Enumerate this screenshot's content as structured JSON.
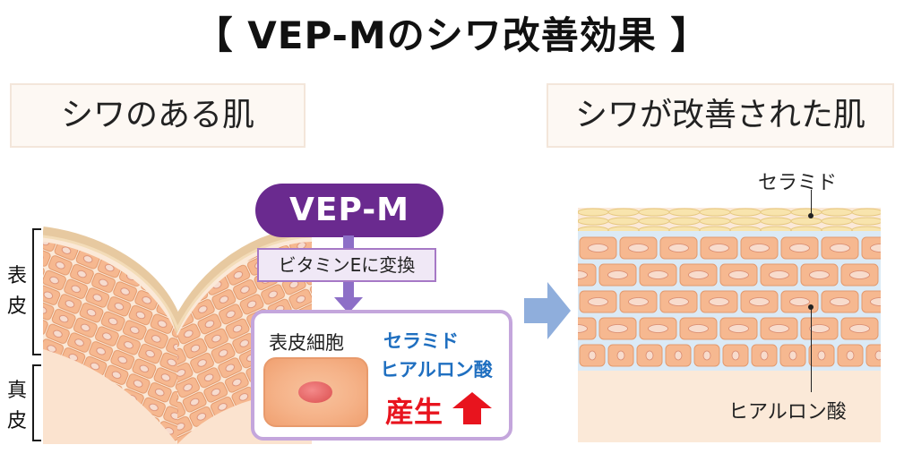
{
  "title": "【 VEP-Mのシワ改善効果 】",
  "sections": {
    "left_heading": "シワのある肌",
    "right_heading": "シワが改善された肌"
  },
  "side_labels": {
    "epidermis": [
      "表",
      "皮"
    ],
    "dermis": [
      "真",
      "皮"
    ]
  },
  "process": {
    "ingredient": "VEP-M",
    "conversion": "ビタミンEに変換",
    "cell_label": "表皮細胞",
    "products": [
      "セラミド",
      "ヒアルロン酸"
    ],
    "result": "産生"
  },
  "callouts": {
    "ceramide": "セラミド",
    "hyaluronic_acid": "ヒアルロン酸"
  },
  "colors": {
    "accent_purple": "#6a2a8f",
    "product_blue": "#1f6fc0",
    "result_red": "#e8141e",
    "cell_orange": "#f5b288",
    "arrow_blue": "#8faedc"
  }
}
